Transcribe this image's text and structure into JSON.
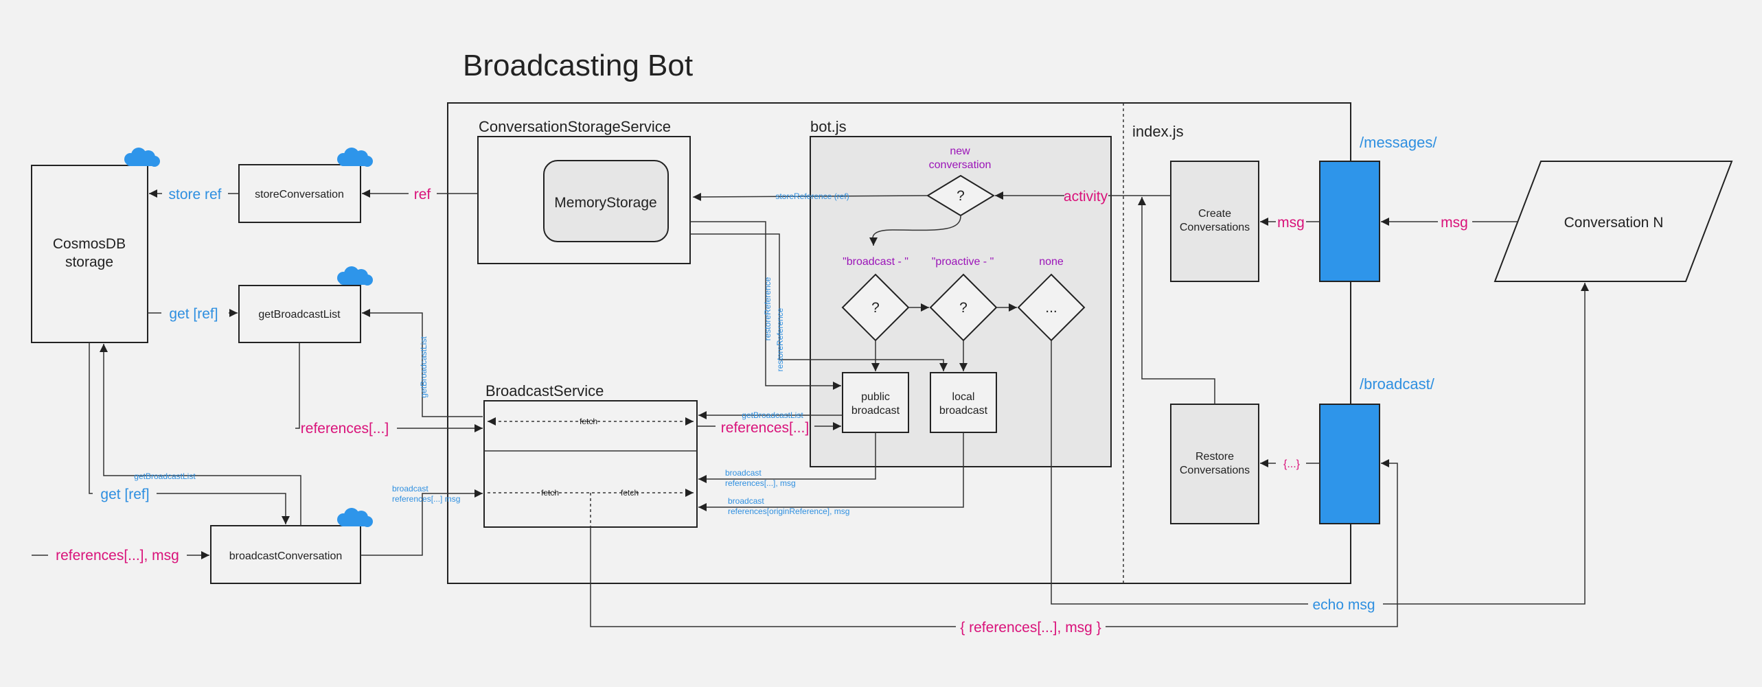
{
  "title": "Broadcasting Bot",
  "nodes": {
    "cosmos": "CosmosDB\nstorage",
    "store_conversation": "storeConversation",
    "get_broadcast_list": "getBroadcastList",
    "broadcast_conversation": "broadcastConversation",
    "conversation_storage_service": "ConversationStorageService",
    "memory_storage": "MemoryStorage",
    "broadcast_service": "BroadcastService",
    "botjs": "bot.js",
    "indexjs": "index.js",
    "new_conversation": "new\nconversation",
    "decision_q": "?",
    "decision_none": "...",
    "broadcast_cmd": "\"broadcast - \"",
    "proactive_cmd": "\"proactive - \"",
    "none": "none",
    "public_broadcast": "public\nbroadcast",
    "local_broadcast": "local\nbroadcast",
    "create_conversations": "Create\nConversations",
    "restore_conversations": "Restore\nConversations",
    "messages_endpoint": "/messages/",
    "broadcast_endpoint": "/broadcast/",
    "conversation_n": "Conversation N"
  },
  "labels": {
    "store_ref": "store ref",
    "ref": "ref",
    "get_ref_1": "get [ref]",
    "get_ref_2": "get [ref]",
    "references_1": "references[...]",
    "references_2": "references[...]",
    "references_msg_in": "references[...], msg",
    "get_broadcast_list_1": "getBroadcastList",
    "get_broadcast_list_2": "getBroadcastList",
    "get_broadcast_list_3": "getBroadcastList",
    "broadcast_refs_msg_left": "broadcast\nreferences[...] msg",
    "fetch": "fetch",
    "store_reference": "storeReference (ref)",
    "restore_reference": "restoreReference",
    "activity": "activity",
    "msg": "msg",
    "broadcast_refs_msg": "broadcast\nreferences[...], msg",
    "broadcast_origin": "broadcast\nreferences[originReference], msg",
    "curly": "{...}",
    "echo_msg": "echo msg",
    "refs_msg_obj": "{ references[...], msg }"
  },
  "colors": {
    "pink": "#d9127a",
    "blue": "#2e8fe0",
    "purple": "#9b14b8",
    "endpoint_fill": "#2e95ea",
    "panel_fill": "#e6e6e6",
    "background": "#f2f2f2"
  },
  "icons": [
    "cloud-icon"
  ]
}
